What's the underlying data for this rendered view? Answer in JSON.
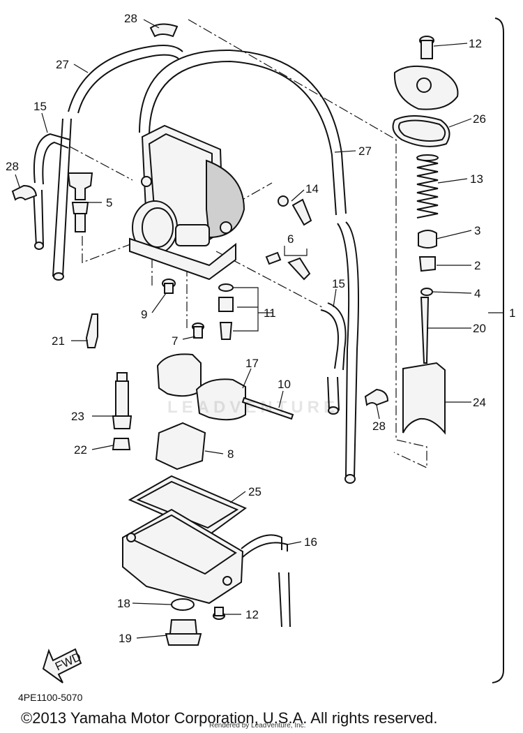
{
  "diagram": {
    "part_code": "4PE1100-5070",
    "copyright": "©2013 Yamaha Motor Corporation, U.S.A. All rights reserved.",
    "rendered_by": "Rendered by LeadVenture, Inc.",
    "watermark": "LEADVENTURE",
    "fwd_label": "FWD",
    "callouts": [
      "28",
      "27",
      "15",
      "28",
      "5",
      "12",
      "26",
      "27",
      "13",
      "14",
      "3",
      "2",
      "6",
      "4",
      "11",
      "9",
      "15",
      "20",
      "1",
      "21",
      "7",
      "17",
      "10",
      "24",
      "23",
      "28",
      "22",
      "8",
      "25",
      "16",
      "18",
      "12",
      "19"
    ]
  }
}
